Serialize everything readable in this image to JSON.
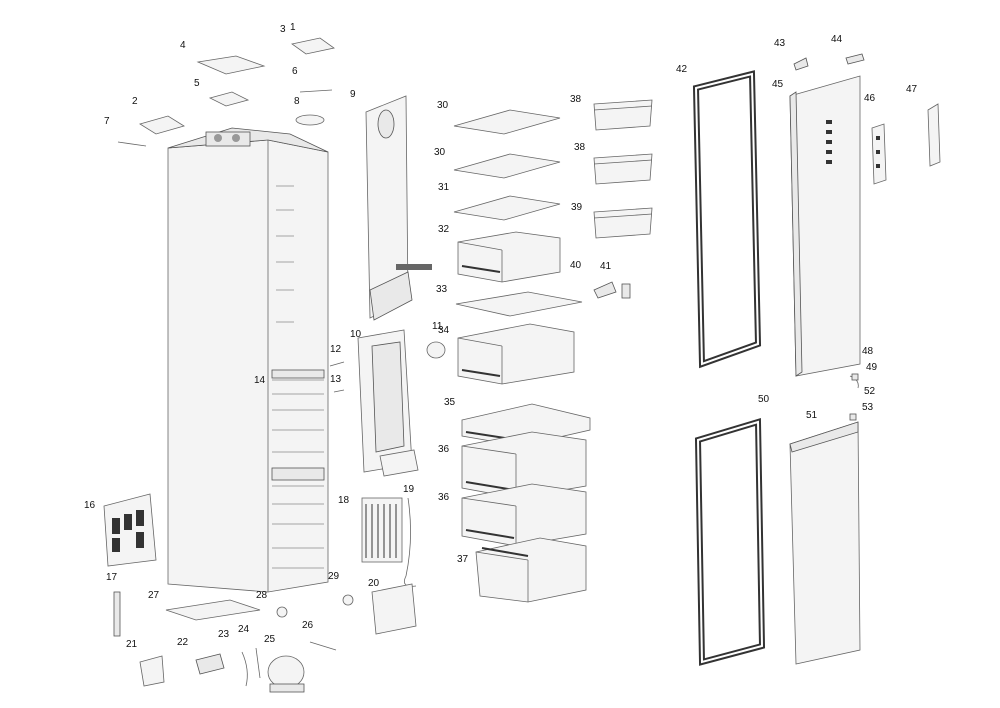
{
  "labels": [
    "1",
    "2",
    "3",
    "4",
    "5",
    "6",
    "7",
    "8",
    "9",
    "10",
    "11",
    "12",
    "13",
    "14",
    "16",
    "17",
    "18",
    "19",
    "20",
    "21",
    "22",
    "23",
    "24",
    "25",
    "26",
    "27",
    "28",
    "29",
    "30",
    "30",
    "31",
    "32",
    "33",
    "34",
    "35",
    "36",
    "36",
    "37",
    "38",
    "38",
    "39",
    "40",
    "41",
    "42",
    "43",
    "44",
    "45",
    "46",
    "47",
    "48",
    "49",
    "50",
    "51",
    "52",
    "53"
  ]
}
